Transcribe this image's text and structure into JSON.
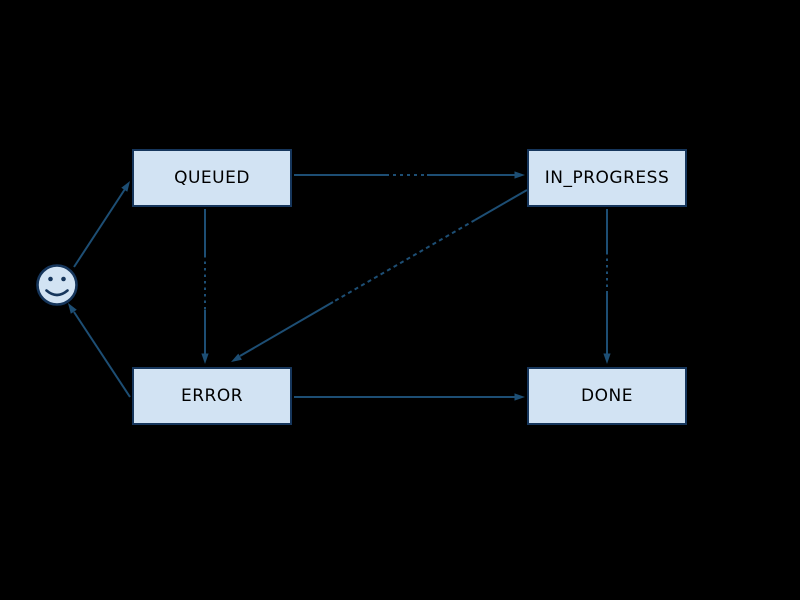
{
  "diagram": {
    "type": "state-machine",
    "background_color": "#000000",
    "node_fill_color": "#d2e3f3",
    "node_border_color": "#16365c",
    "edge_color": "#1d4e74",
    "node_text_color": "#000000",
    "nodes": [
      {
        "id": "start",
        "label": "",
        "shape": "smiley-face"
      },
      {
        "id": "queued",
        "label": "QUEUED",
        "shape": "box"
      },
      {
        "id": "in_progress",
        "label": "IN_PROGRESS",
        "shape": "box"
      },
      {
        "id": "error",
        "label": "ERROR",
        "shape": "box"
      },
      {
        "id": "done",
        "label": "DONE",
        "shape": "box"
      }
    ],
    "edges": [
      {
        "from": "start",
        "to": "queued",
        "label": ""
      },
      {
        "from": "queued",
        "to": "in_progress",
        "label": ""
      },
      {
        "from": "queued",
        "to": "error",
        "label": ""
      },
      {
        "from": "in_progress",
        "to": "error",
        "label": ""
      },
      {
        "from": "in_progress",
        "to": "done",
        "label": ""
      },
      {
        "from": "error",
        "to": "done",
        "label": ""
      },
      {
        "from": "error",
        "to": "start",
        "label": ""
      }
    ]
  }
}
